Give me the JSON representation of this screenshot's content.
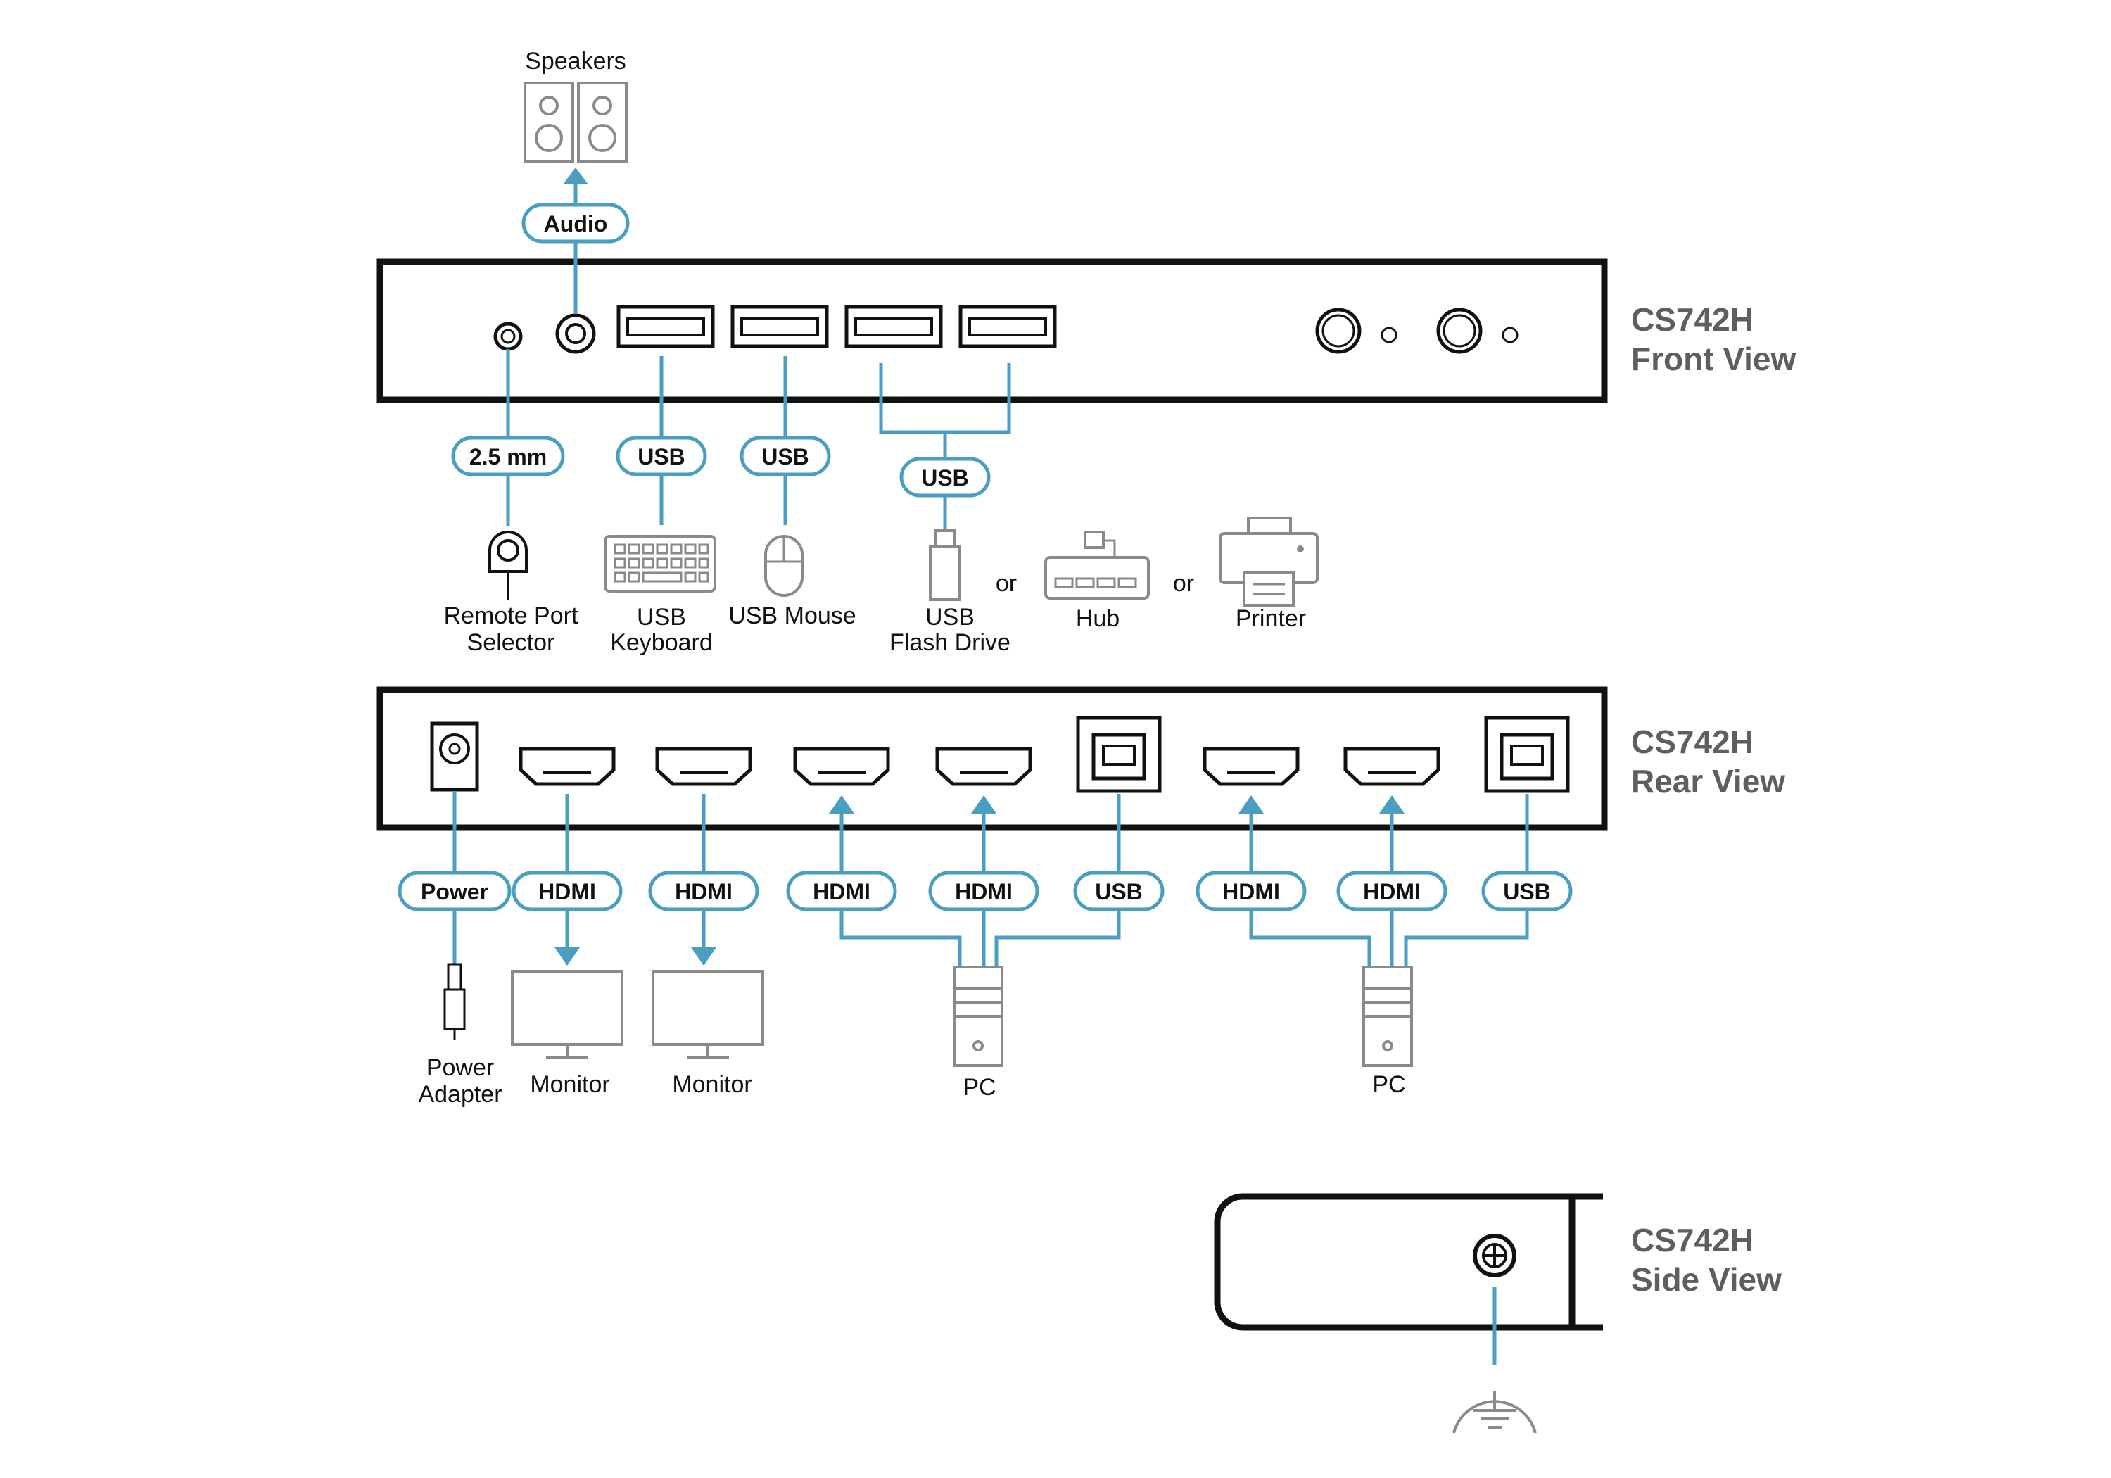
{
  "front_view": {
    "title_line1": "CS742H",
    "title_line2": "Front View",
    "speakers_label": "Speakers",
    "audio_pill": "Audio",
    "remote_pill": "2.5 mm",
    "usb_pill_keyboard": "USB",
    "usb_pill_mouse": "USB",
    "usb_pill_peripheral": "USB",
    "remote_label_line1": "Remote Port",
    "remote_label_line2": "Selector",
    "keyboard_label_line1": "USB",
    "keyboard_label_line2": "Keyboard",
    "mouse_label": "USB Mouse",
    "flash_label_line1": "USB",
    "flash_label_line2": "Flash Drive",
    "or_1": "or",
    "hub_label": "Hub",
    "or_2": "or",
    "printer_label": "Printer"
  },
  "rear_view": {
    "title_line1": "CS742H",
    "title_line2": "Rear View",
    "pills": [
      "Power",
      "HDMI",
      "HDMI",
      "HDMI",
      "HDMI",
      "USB",
      "HDMI",
      "HDMI",
      "USB"
    ],
    "power_label_line1": "Power",
    "power_label_line2": "Adapter",
    "monitor_1_label": "Monitor",
    "monitor_2_label": "Monitor",
    "pc_1_label": "PC",
    "pc_2_label": "PC"
  },
  "side_view": {
    "title_line1": "CS742H",
    "title_line2": "Side View"
  },
  "colors": {
    "accent": "#4a9ec1",
    "outline": "#111111",
    "device": "#8a8a8a",
    "title": "#5e5e5e"
  }
}
